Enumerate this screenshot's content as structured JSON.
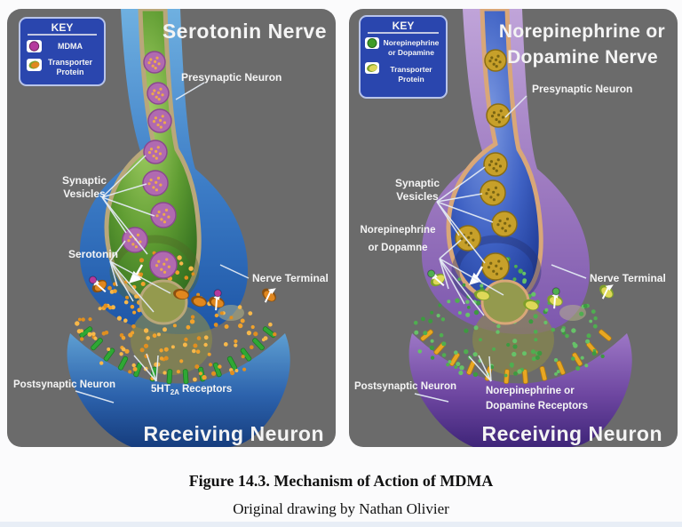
{
  "figure": {
    "caption_title": "Figure 14.3. Mechanism of Action of MDMA",
    "caption_credit": "Original drawing by Nathan Olivier"
  },
  "colors": {
    "panel_bg": "#6b6b6b",
    "key_bg": "#2a46ae",
    "mdma": "#b5399d",
    "serotonin_dot": "#f0a22c",
    "norepinephrine_dot": "#4fae50",
    "transporter_left": "#e0871f",
    "transporter_right": "#ded858",
    "receptor_left": "#2fa835",
    "receptor_right": "#e8a722",
    "vesicle_left": "#b06ab0",
    "vesicle_right": "#c7a02a"
  },
  "left_panel": {
    "title": "Serotonin Nerve",
    "key": {
      "heading": "KEY",
      "item1_label": "MDMA",
      "item2_line1": "Transporter",
      "item2_line2": "Protein"
    },
    "labels": {
      "presynaptic": "Presynaptic Neuron",
      "vesicles_line1": "Synaptic",
      "vesicles_line2": "Vesicles",
      "transmitter": "Serotonin",
      "nerve_terminal": "Nerve Terminal",
      "postsynaptic": "Postsynaptic Neuron",
      "receptors_base": "5HT",
      "receptors_sub": "2A",
      "receptors_rest": "Receptors",
      "receiving": "Receiving Neuron"
    }
  },
  "right_panel": {
    "title_line1": "Norepinephrine or",
    "title_line2": "Dopamine  Nerve",
    "key": {
      "heading": "KEY",
      "item1_line1": "Norepinephrine",
      "item1_line2": "or Dopamine",
      "item2_line1": "Transporter",
      "item2_line2": "Protein"
    },
    "labels": {
      "presynaptic": "Presynaptic Neuron",
      "vesicles_line1": "Synaptic",
      "vesicles_line2": "Vesicles",
      "transmitter_line1": "Norepinephrine",
      "transmitter_line2": "or Dopamne",
      "nerve_terminal": "Nerve Terminal",
      "postsynaptic": "Postsynaptic Neuron",
      "receptors_line1": "Norepinephrine or",
      "receptors_line2": "Dopamine Receptors",
      "receiving": "Receiving Neuron"
    }
  }
}
